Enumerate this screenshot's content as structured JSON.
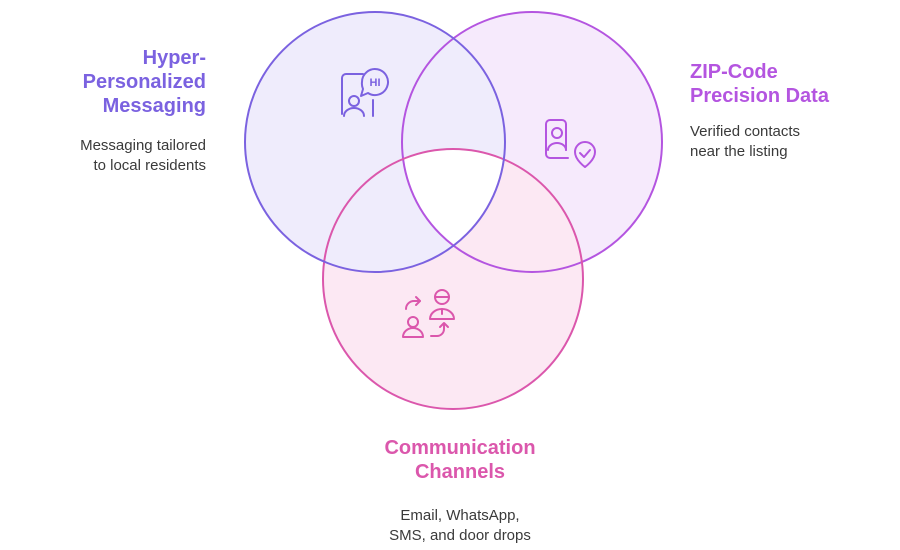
{
  "colors": {
    "personalized_stroke": "#7b62e0",
    "personalized_fill": "#efecfc",
    "zip_stroke": "#b455e0",
    "zip_fill": "#f6eafc",
    "channels_stroke": "#db57ac",
    "channels_fill": "#fce8f3",
    "center_fill": "#ffffff"
  },
  "circles": [
    {
      "id": "personalized",
      "title_lines": [
        "Hyper-",
        "Personalized",
        "Messaging"
      ],
      "desc_lines": [
        "Messaging tailored",
        "to local residents"
      ],
      "icon": "chat-bubble-phone-icon",
      "icon_text": "HI"
    },
    {
      "id": "zip",
      "title_lines": [
        "ZIP-Code",
        "Precision Data"
      ],
      "desc_lines": [
        "Verified contacts",
        "near the listing"
      ],
      "icon": "verified-contact-card-icon"
    },
    {
      "id": "channels",
      "title_lines": [
        "Communication",
        "Channels"
      ],
      "desc_lines": [
        "Email, WhatsApp,",
        "SMS, and door drops"
      ],
      "icon": "people-exchange-icon"
    }
  ]
}
